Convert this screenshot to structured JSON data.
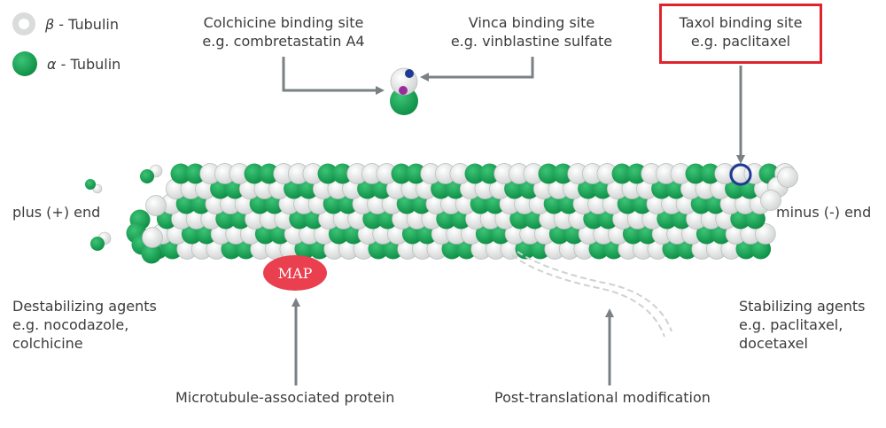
{
  "legend": {
    "beta": {
      "symbol": "β",
      "text": " - Tubulin",
      "color": "#d9dcdb"
    },
    "alpha": {
      "symbol": "α",
      "text": " - Tubulin",
      "color": "#10a150"
    }
  },
  "labels": {
    "colchicine_line1": "Colchicine binding site",
    "colchicine_line2": "e.g. combretastatin A4",
    "vinca_line1": "Vinca binding site",
    "vinca_line2": "e.g. vinblastine sulfate",
    "taxol_line1": "Taxol binding site",
    "taxol_line2": "e.g. paclitaxel",
    "plus_end": "plus (+) end",
    "minus_end": "minus (-) end",
    "destab_line1": "Destabilizing agents",
    "destab_line2": "e.g. nocodazole,",
    "destab_line3": "colchicine",
    "stab_line1": "Stabilizing agents",
    "stab_line2": "e.g. paclitaxel,",
    "stab_line3": "docetaxel",
    "map": "MAP",
    "map_caption": "Microtubule-associated protein",
    "ptm_caption": "Post-translational modification"
  },
  "colors": {
    "alpha": "#10a150",
    "beta": "#d9dcdb",
    "arrow": "#7a8083",
    "highlight": "#e0242e",
    "map": "#e93f4f",
    "vinca_site": "#1f3a93",
    "colchicine_site": "#9b2c9b"
  }
}
